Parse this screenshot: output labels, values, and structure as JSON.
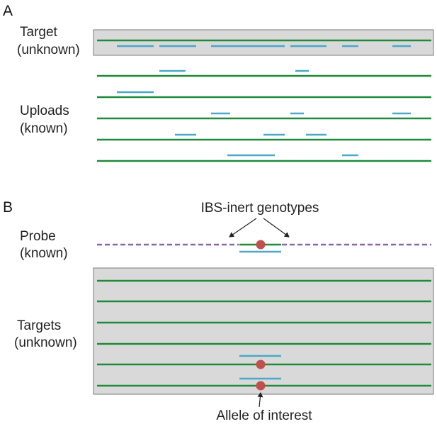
{
  "panel_a": {
    "letter": "A",
    "target_label_line1": "Target",
    "target_label_line2": "(unknown)",
    "uploads_label_line1": "Uploads",
    "uploads_label_line2": "(known)"
  },
  "panel_b": {
    "letter": "B",
    "annotation_top": "IBS-inert genotypes",
    "probe_label_line1": "Probe",
    "probe_label_line2": "(known)",
    "targets_label_line1": "Targets",
    "targets_label_line2": "(unknown)",
    "annotation_bottom": "Allele of interest"
  },
  "colors": {
    "green": "#1e8a3a",
    "blue": "#4aa8c8",
    "purple": "#8a64a8",
    "red": "#c0504d",
    "box_fill": "#d9d9d9",
    "box_stroke": "#7a7a7a"
  }
}
